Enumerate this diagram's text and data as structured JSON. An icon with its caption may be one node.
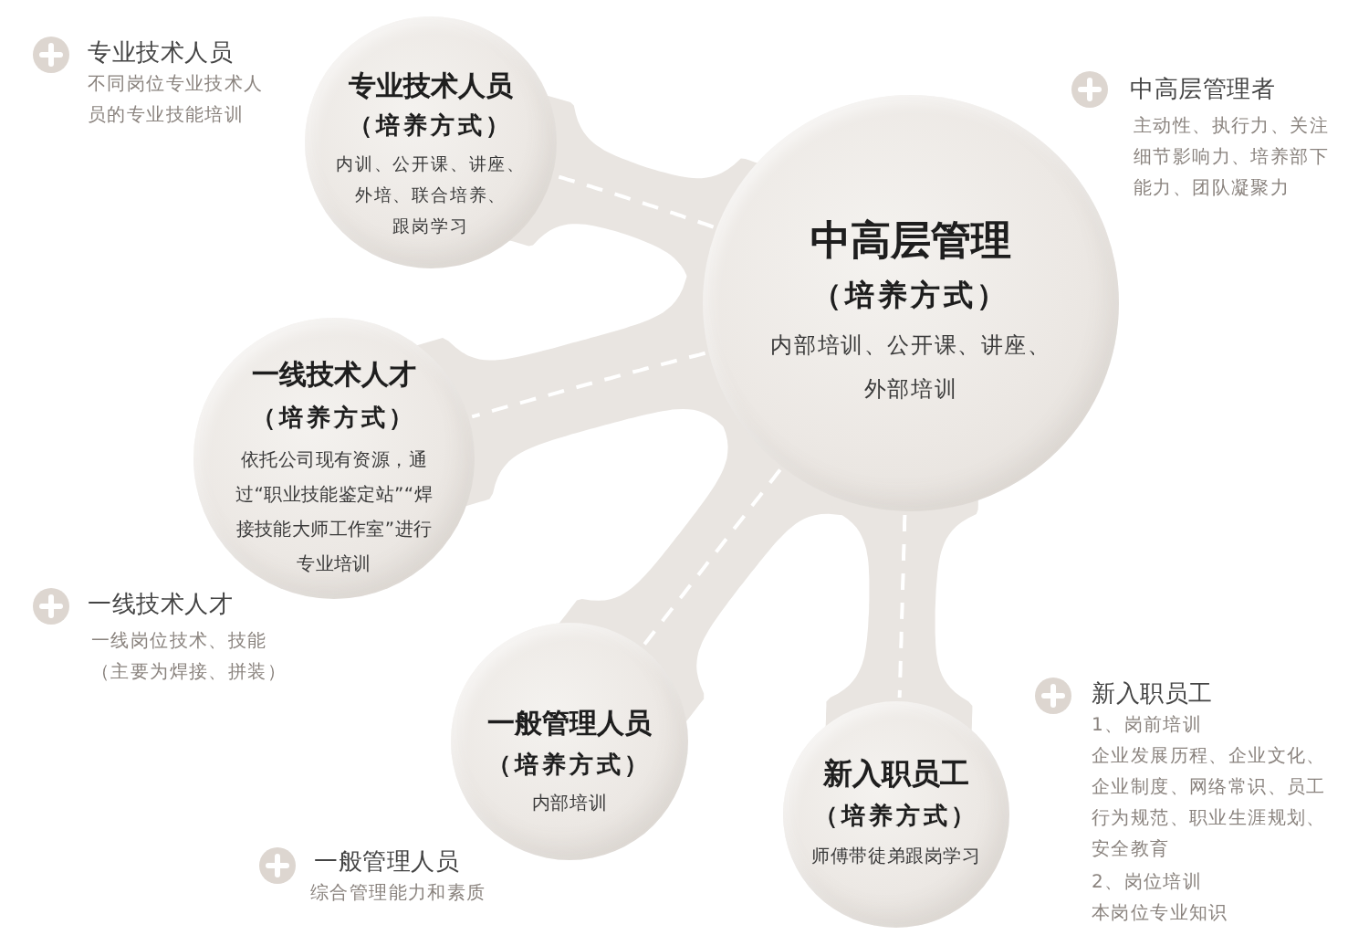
{
  "diagram": {
    "nodes": [
      {
        "text": [
          "专业技术人员",
          "（培养方式）",
          "内训、公开课、讲座、外培、联合培养、跟岗学习"
        ]
      },
      {
        "text": [
          "中高层管理",
          "（培养方式）",
          "内部培训、公开课、讲座、外部培训"
        ]
      },
      {
        "text": [
          "一线技术人才",
          "（培养方式）",
          "依托公司现有资源，通过“职业技能鉴定站”“焊接技能大师工作室”进行专业培训"
        ]
      },
      {
        "text": [
          "一般管理人员",
          "（培养方式）",
          "内部培训"
        ]
      },
      {
        "text": [
          "新入职员工",
          "（培养方式）",
          "师傅带徒弟跟岗学习"
        ]
      }
    ],
    "edges": [
      {
        "from": 1,
        "to": 0,
        "arrow": "none",
        "style": "dashed"
      },
      {
        "from": 1,
        "to": 2,
        "arrow": "none",
        "style": "dashed"
      },
      {
        "from": 1,
        "to": 3,
        "arrow": "none",
        "style": "dashed"
      },
      {
        "from": 1,
        "to": 4,
        "arrow": "none",
        "style": "dashed"
      }
    ],
    "labels": [
      "专业技术人员",
      "不同岗位专业技术人员的专业技能培训",
      "中高层管理者",
      "主动性、执行力、关注细节影响力、培养部下能力、团队凝聚力",
      "一线技术人才",
      "一线岗位技术、技能（主要为焊接、拼装）",
      "新入职员工",
      "1、岗前培训",
      "企业发展历程、企业文化、企业制度、网络常识、员工行为规范、职业生涯规划、安全教育",
      "2、岗位培训",
      "本岗位专业知识",
      "一般管理人员",
      "综合管理能力和素质"
    ]
  }
}
